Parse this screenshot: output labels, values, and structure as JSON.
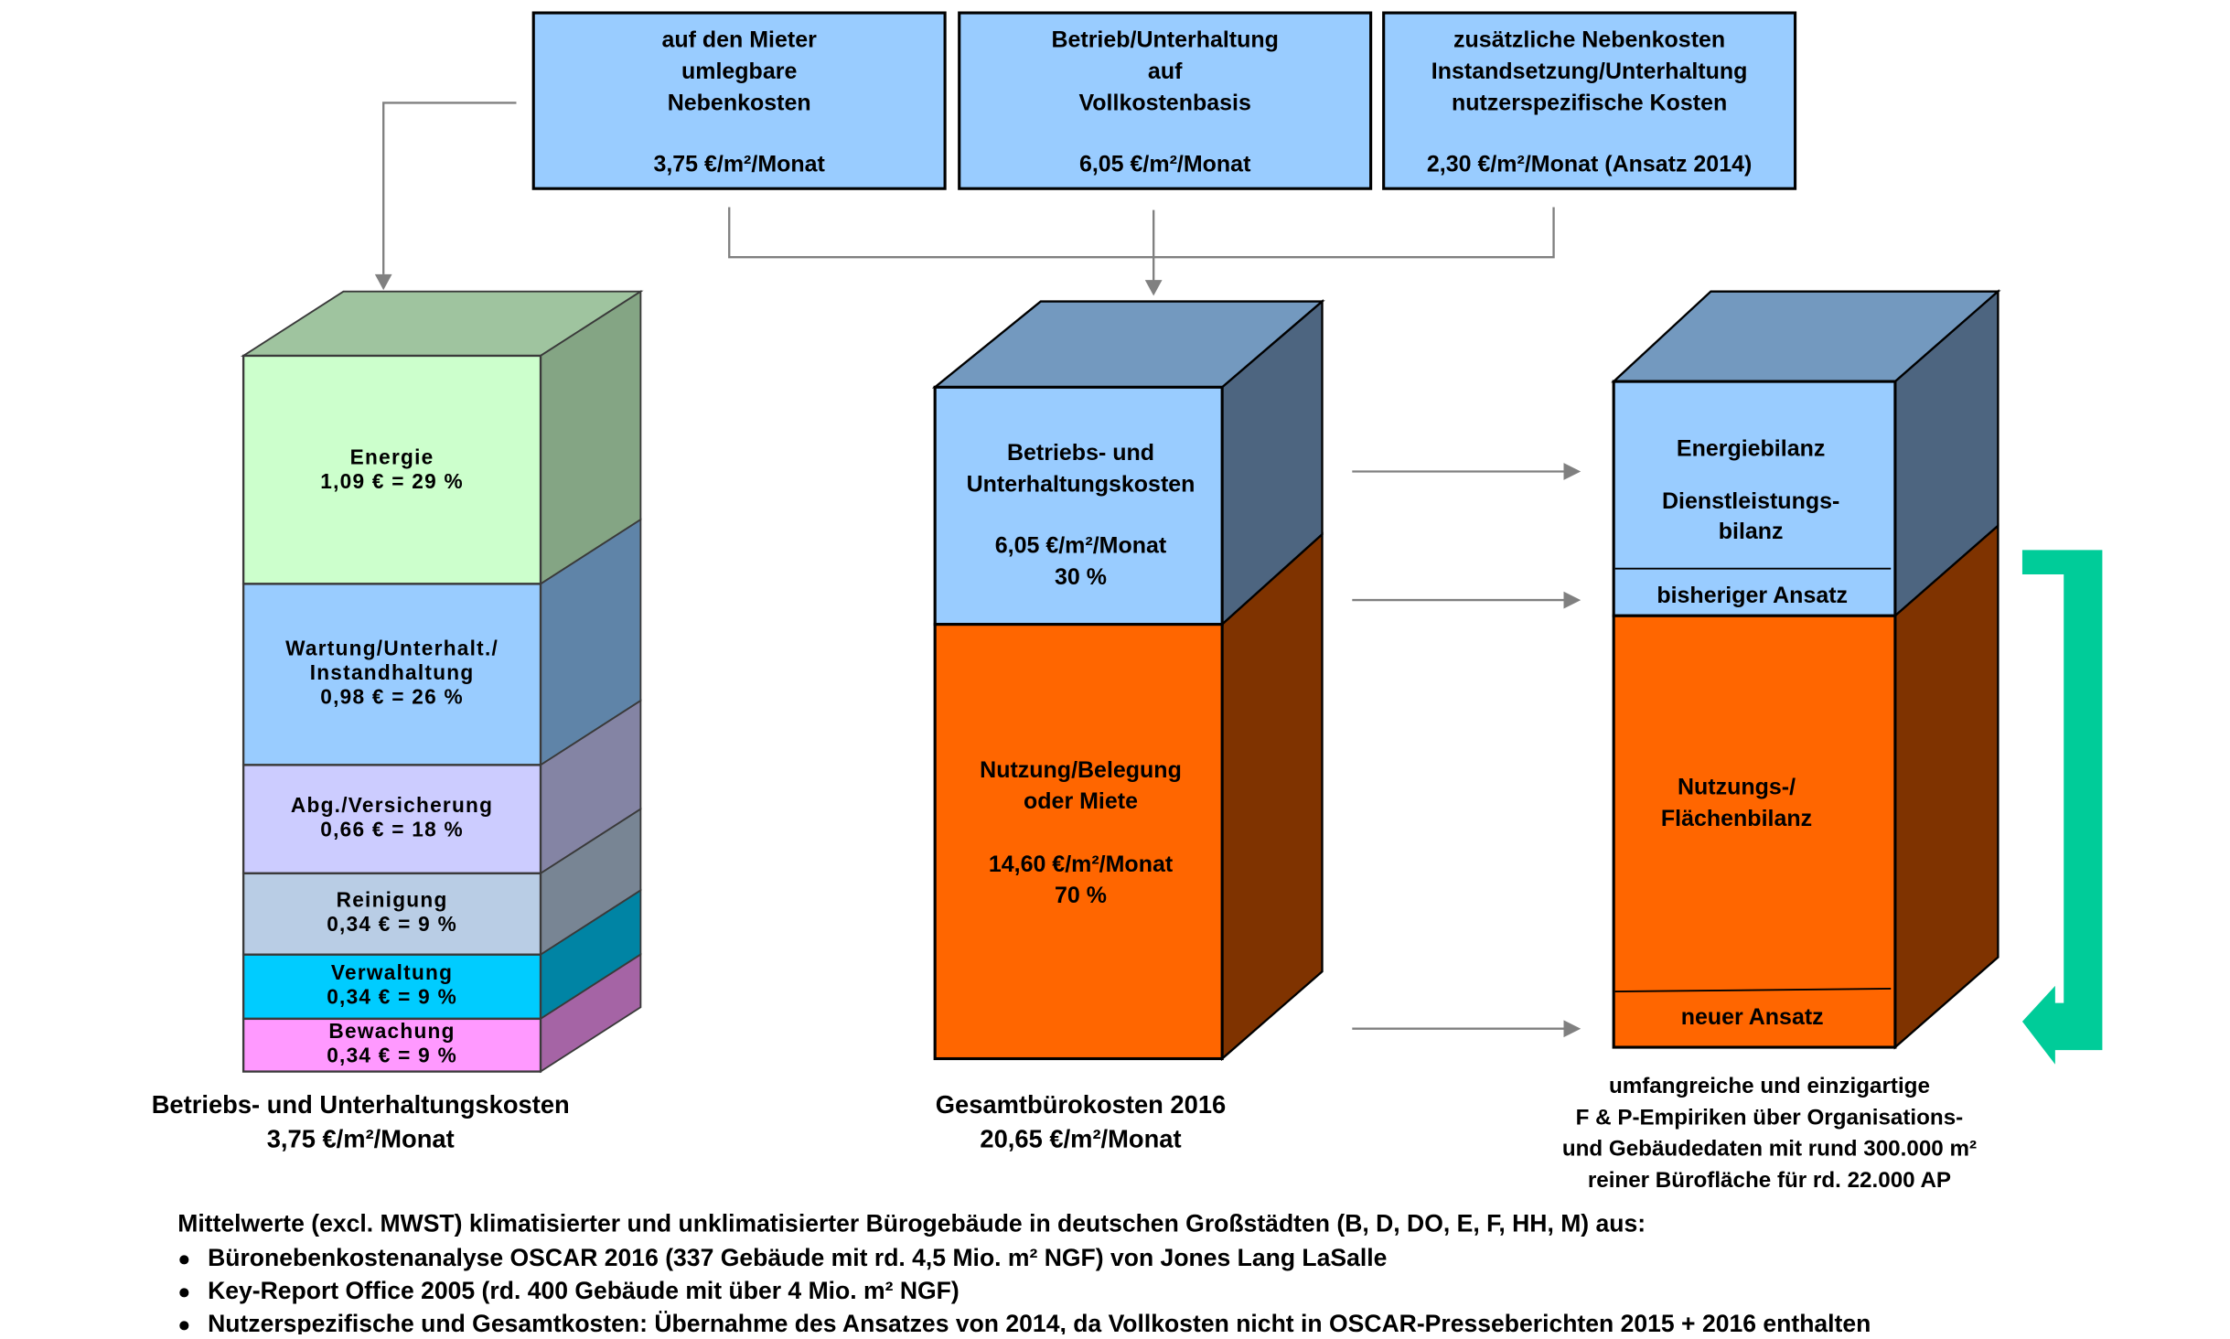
{
  "header_boxes": [
    {
      "lines": [
        "auf den Mieter",
        "umlegbare",
        "Nebenkosten"
      ],
      "value": "3,75 €/m²/Monat"
    },
    {
      "lines": [
        "Betrieb/Unterhaltung",
        "auf",
        "Vollkostenbasis"
      ],
      "value": "6,05 €/m²/Monat"
    },
    {
      "lines": [
        "zusätzliche Nebenkosten",
        "Instandsetzung/Unterhaltung",
        "nutzerspezifische Kosten"
      ],
      "value": "2,30 €/m²/Monat (Ansatz 2014)"
    }
  ],
  "left_cube": {
    "segments": [
      {
        "name": "Energie",
        "label": [
          "Energie"
        ],
        "value": "1,09 € = 29 %",
        "amount": 1.09,
        "percent": 29,
        "front": "#ccffcc",
        "side": "#84a584",
        "top": "#9fc49f"
      },
      {
        "name": "Wartung",
        "label": [
          "Wartung/Unterhalt./",
          "Instandhaltung"
        ],
        "value": "0,98 € = 26 %",
        "amount": 0.98,
        "percent": 26,
        "front": "#99ccff",
        "side": "#5f84a8"
      },
      {
        "name": "Abgaben",
        "label": [
          "Abg./Versicherung"
        ],
        "value": "0,66 € = 18 %",
        "amount": 0.66,
        "percent": 18,
        "front": "#ccccff",
        "side": "#8484a4"
      },
      {
        "name": "Reinigung",
        "label": [
          "Reinigung"
        ],
        "value": "0,34 € = 9 %",
        "amount": 0.34,
        "percent": 9,
        "front": "#b9cde5",
        "side": "#788594"
      },
      {
        "name": "Verwaltung",
        "label": [
          "Verwaltung"
        ],
        "value": "0,34 € = 9 %",
        "amount": 0.34,
        "percent": 9,
        "front": "#00ccff",
        "side": "#0084a4"
      },
      {
        "name": "Bewachung",
        "label": [
          "Bewachung"
        ],
        "value": "0,34 € = 9 %",
        "amount": 0.34,
        "percent": 9,
        "front": "#ff99ff",
        "side": "#a564a5"
      }
    ],
    "caption": [
      "Betriebs- und Unterhaltungskosten",
      "3,75 €/m²/Monat"
    ]
  },
  "middle_cube": {
    "segments": [
      {
        "label": [
          "Betriebs- und",
          "Unterhaltungskosten"
        ],
        "value": [
          "6,05 €/m²/Monat",
          "30 %"
        ],
        "percent": 30,
        "front": "#99ccff",
        "side": "#4d6580",
        "top": "#7399bf"
      },
      {
        "label": [
          "Nutzung/Belegung",
          "oder Miete"
        ],
        "value": [
          "14,60 €/m²/Monat",
          "70 %"
        ],
        "percent": 70,
        "front": "#ff6600",
        "side": "#7f3300"
      }
    ],
    "caption": [
      "Gesamtbürokosten 2016",
      "20,65 €/m²/Monat"
    ]
  },
  "right_cube": {
    "upper": {
      "labels": [
        "Energiebilanz",
        "Dienstleistungs-",
        "bilanz"
      ],
      "sublabel": "bisheriger Ansatz"
    },
    "lower": {
      "labels": [
        "Nutzungs-/",
        "Flächenbilanz"
      ],
      "sublabel": "neuer Ansatz"
    },
    "caption": [
      "umfangreiche und einzigartige",
      "F & P-Empiriken über Organisations-",
      "und Gebäudedaten mit rund 300.000 m²",
      "reiner Bürofläche für rd. 22.000 AP"
    ]
  },
  "footer": {
    "intro": "Mittelwerte (excl. MWST) klimatisierter und unklimatisierter Bürogebäude in deutschen Großstädten (B, D, DO, E, F, HH, M) aus:",
    "bullets": [
      "Büronebenkostenanalyse OSCAR 2016 (337 Gebäude mit rd. 4,5 Mio. m² NGF)  von Jones Lang LaSalle",
      "Key-Report Office 2005 (rd. 400 Gebäude mit über 4 Mio. m² NGF)",
      "Nutzerspezifische und Gesamtkosten: Übernahme des Ansatzes von 2014, da Vollkosten nicht in OSCAR-Presseberichten 2015 + 2016 enthalten"
    ],
    "bullet_symbol": "●"
  },
  "colors": {
    "header_box": "#99ccff",
    "connector": "#808080",
    "bracket_arrow": "#00cc99"
  }
}
